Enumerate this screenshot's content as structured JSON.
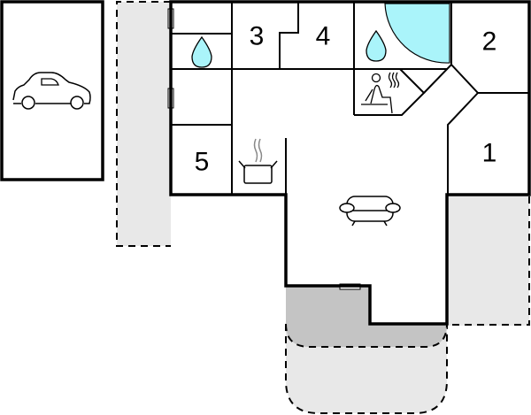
{
  "floorplan": {
    "colors": {
      "terrace_light": "#e8e8e8",
      "terrace_dark": "#c4c4c4",
      "water": "#aaf4fa",
      "wall": "#000000",
      "background": "#ffffff"
    },
    "rooms": [
      {
        "id": "room-1",
        "label": "1"
      },
      {
        "id": "room-2",
        "label": "2"
      },
      {
        "id": "room-3",
        "label": "3"
      },
      {
        "id": "room-4",
        "label": "4"
      },
      {
        "id": "room-5",
        "label": "5"
      }
    ],
    "icons": [
      {
        "name": "car-icon",
        "area": "garage"
      },
      {
        "name": "water-drop-icon",
        "area": "bathroom-left"
      },
      {
        "name": "water-drop-icon",
        "area": "bathroom-right"
      },
      {
        "name": "sauna-icon",
        "area": "sauna"
      },
      {
        "name": "cooking-pot-icon",
        "area": "kitchen"
      },
      {
        "name": "armchair-icon",
        "area": "living-room"
      },
      {
        "name": "hot-tub-icon",
        "area": "bathroom-right"
      }
    ]
  }
}
